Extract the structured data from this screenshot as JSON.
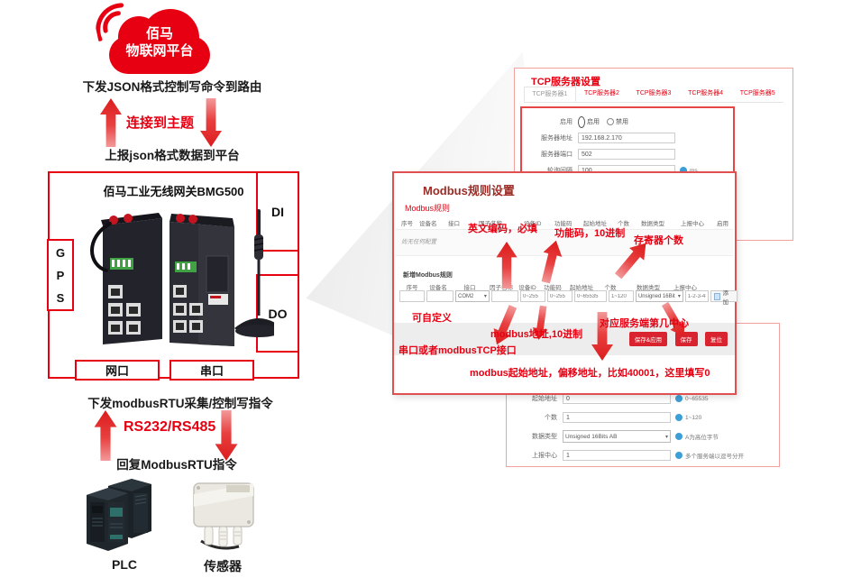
{
  "diagram": {
    "cloud": {
      "line1": "佰马",
      "line2": "物联网平台"
    },
    "cmd_down": "下发JSON格式控制写命令到路由",
    "topic": "连接到主题",
    "report_up": "上报json格式数据到平台",
    "gateway_title": "佰马工业无线网关BMG500",
    "gps": "GPS",
    "din": "DI",
    "dout": "DO",
    "lan_port": "网口",
    "serial_port": "串口",
    "modbus_down": "下发modbusRTU采集/控制写指令",
    "bus": "RS232/RS485",
    "modbus_reply": "回复ModbusRTU指令",
    "plc": "PLC",
    "sensor": "传感器"
  },
  "tcp_panel": {
    "title": "TCP服务器设置",
    "tabs": [
      "TCP服务器1",
      "TCP服务器2",
      "TCP服务器3",
      "TCP服务器4",
      "TCP服务器5"
    ],
    "enable_label": "启用",
    "enable_on": "启用",
    "enable_off": "禁用",
    "rows": [
      {
        "label": "服务器地址",
        "value": "192.168.2.170"
      },
      {
        "label": "服务器端口",
        "value": "502"
      },
      {
        "label": "轮询间隔",
        "value": "100",
        "unit": "ms"
      }
    ]
  },
  "modbus_panel": {
    "title": "Modbus规则设置",
    "section1": "Modbus规则",
    "headers": [
      "序号",
      "设备名",
      "接口",
      "因子名称",
      "设备ID",
      "功能码",
      "起始地址",
      "个数",
      "数据类型",
      "上报中心",
      "启用"
    ],
    "empty": "尚无任何配置",
    "section2": "新增Modbus规则",
    "new_row": {
      "iface": "COM2",
      "dev_ph": "0~255",
      "func_ph": "0~255",
      "addr_ph": "0~65535",
      "cnt_ph": "1~120",
      "dtype": "Unsigned 16Bit",
      "center_ph": "1-2-3-4-5",
      "add_label": "添加"
    },
    "buttons": [
      "保存&应用",
      "保存",
      "复位"
    ],
    "annotations": {
      "a1": "英文编码，必填",
      "a2": "功能码，10进制",
      "a3": "存寄器个数",
      "a4": "可自定义",
      "a5": "串口或者modbusTCP接口",
      "a6": "modbus地址,10进制",
      "a7": "对应服务端第几中心",
      "a8": "modbus起始地址，偏移地址，比如40001，这里填写0"
    }
  },
  "detail_panel": {
    "rows": [
      {
        "label": "起始地址",
        "value": "0",
        "hint": "0~65535"
      },
      {
        "label": "个数",
        "value": "1",
        "hint": "1~120"
      },
      {
        "label": "数据类型",
        "value": "Unsigned 16Bits AB",
        "hint": "A为高位字节"
      },
      {
        "label": "上报中心",
        "value": "1",
        "hint": "多个服务端以逗号分开"
      }
    ]
  }
}
